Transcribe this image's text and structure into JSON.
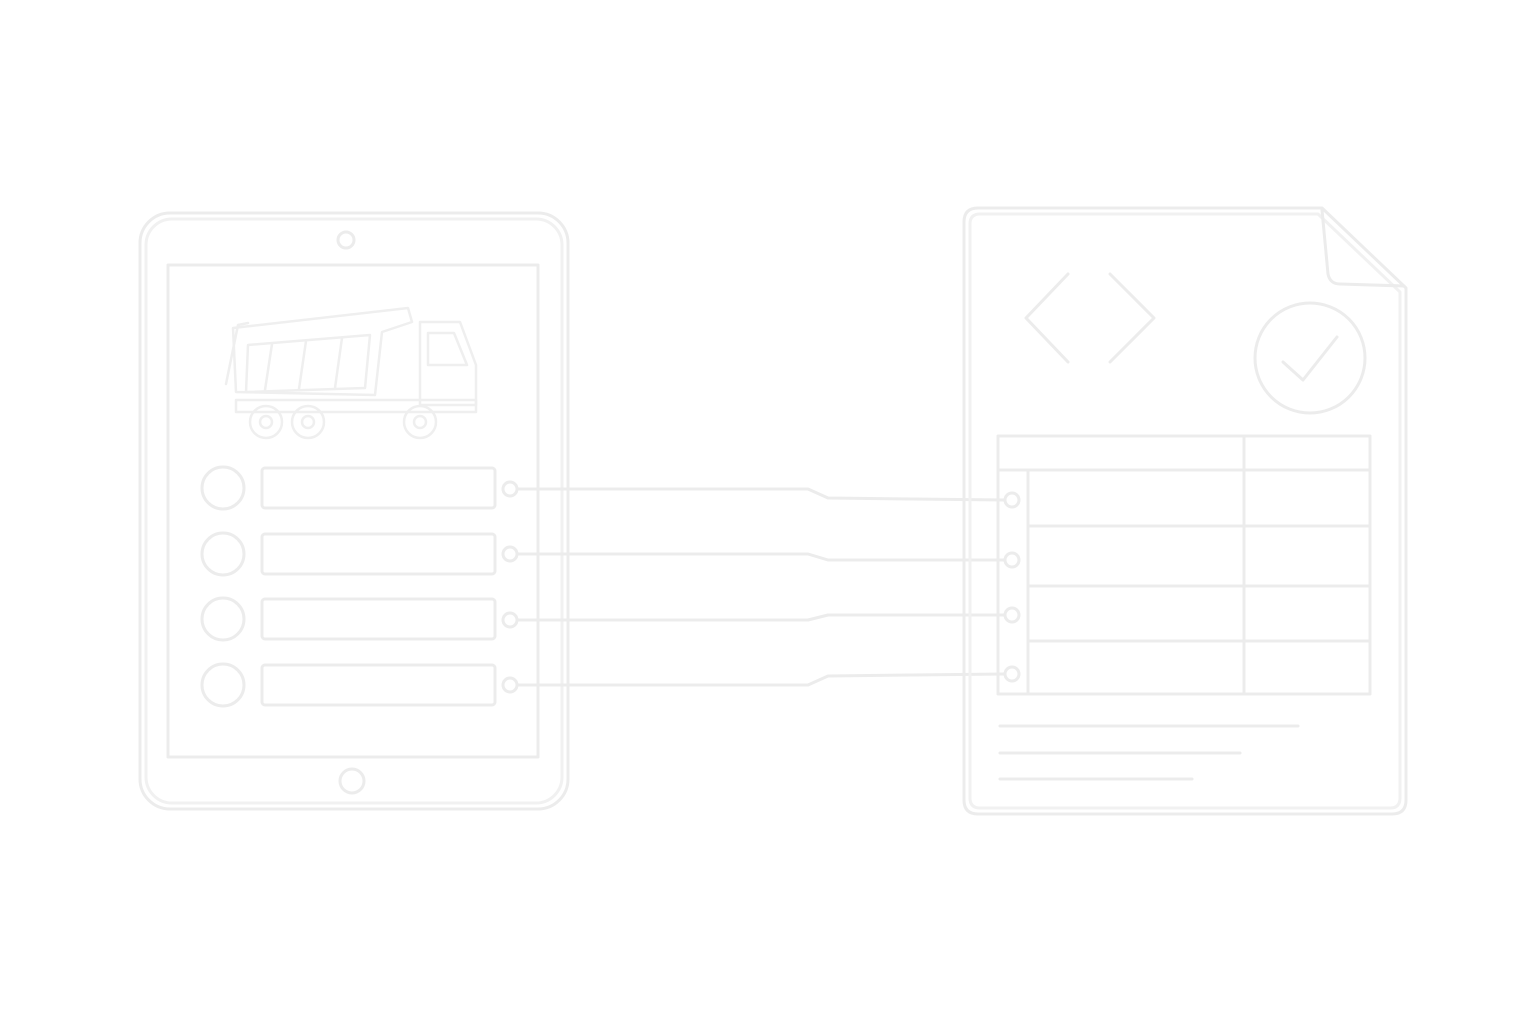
{
  "illustration": {
    "tablet": {
      "icon": "dump-truck-icon",
      "form_rows": 4
    },
    "connectors": {
      "count": 4
    },
    "document": {
      "code_icon": "code-brackets-icon",
      "status_icon": "checkmark-circle-icon",
      "table_rows": 4,
      "table_columns": 2,
      "text_lines": 3
    },
    "colors": {
      "background": "#ffffff",
      "stroke": "#ececec"
    }
  }
}
